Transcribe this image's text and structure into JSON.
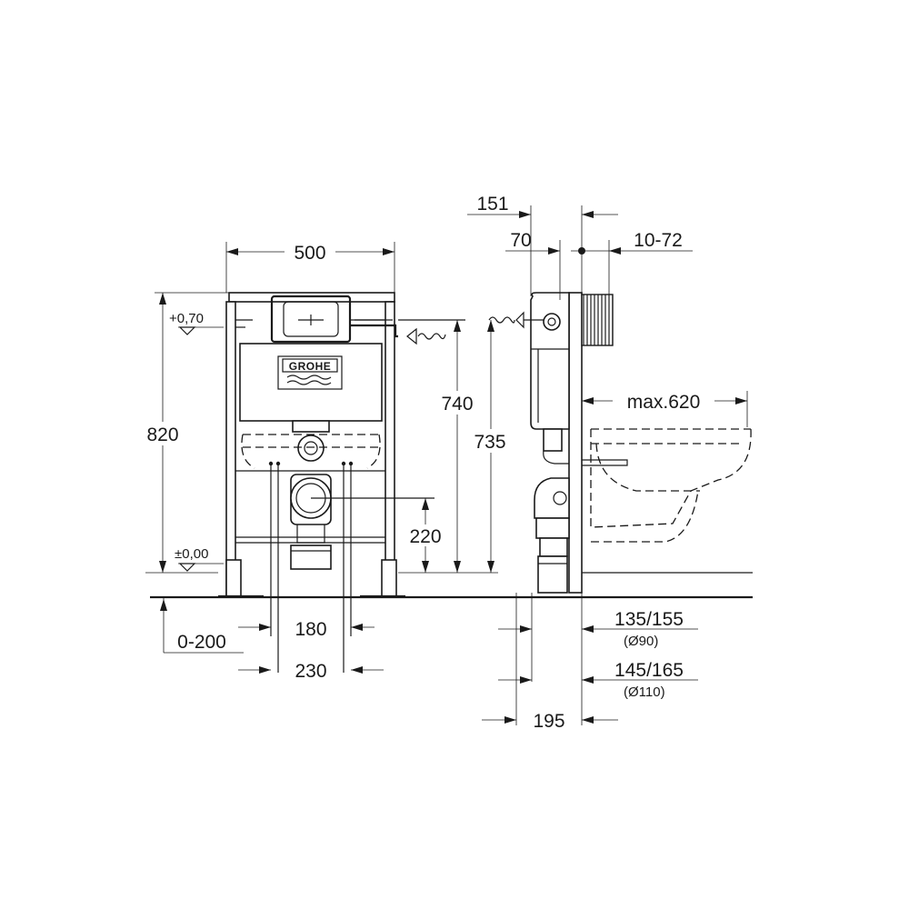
{
  "logo": {
    "text": "GROHE"
  },
  "front_view": {
    "width": "500",
    "height": "820",
    "level_top": "+0,70",
    "level_floor": "±0,00",
    "depth_adjust": "0-200",
    "spacing_inner": "180",
    "spacing_outer": "230",
    "drain_height": "220",
    "supply_height": "740"
  },
  "side_view": {
    "depth_151": "151",
    "depth_70": "70",
    "wall_range": "10-72",
    "supply_height": "735",
    "bowl_projection": "max.620",
    "drain_90": "135/155",
    "drain_90_dia": "(Ø90)",
    "drain_110": "145/165",
    "drain_110_dia": "(Ø110)",
    "floor_depth": "195"
  }
}
